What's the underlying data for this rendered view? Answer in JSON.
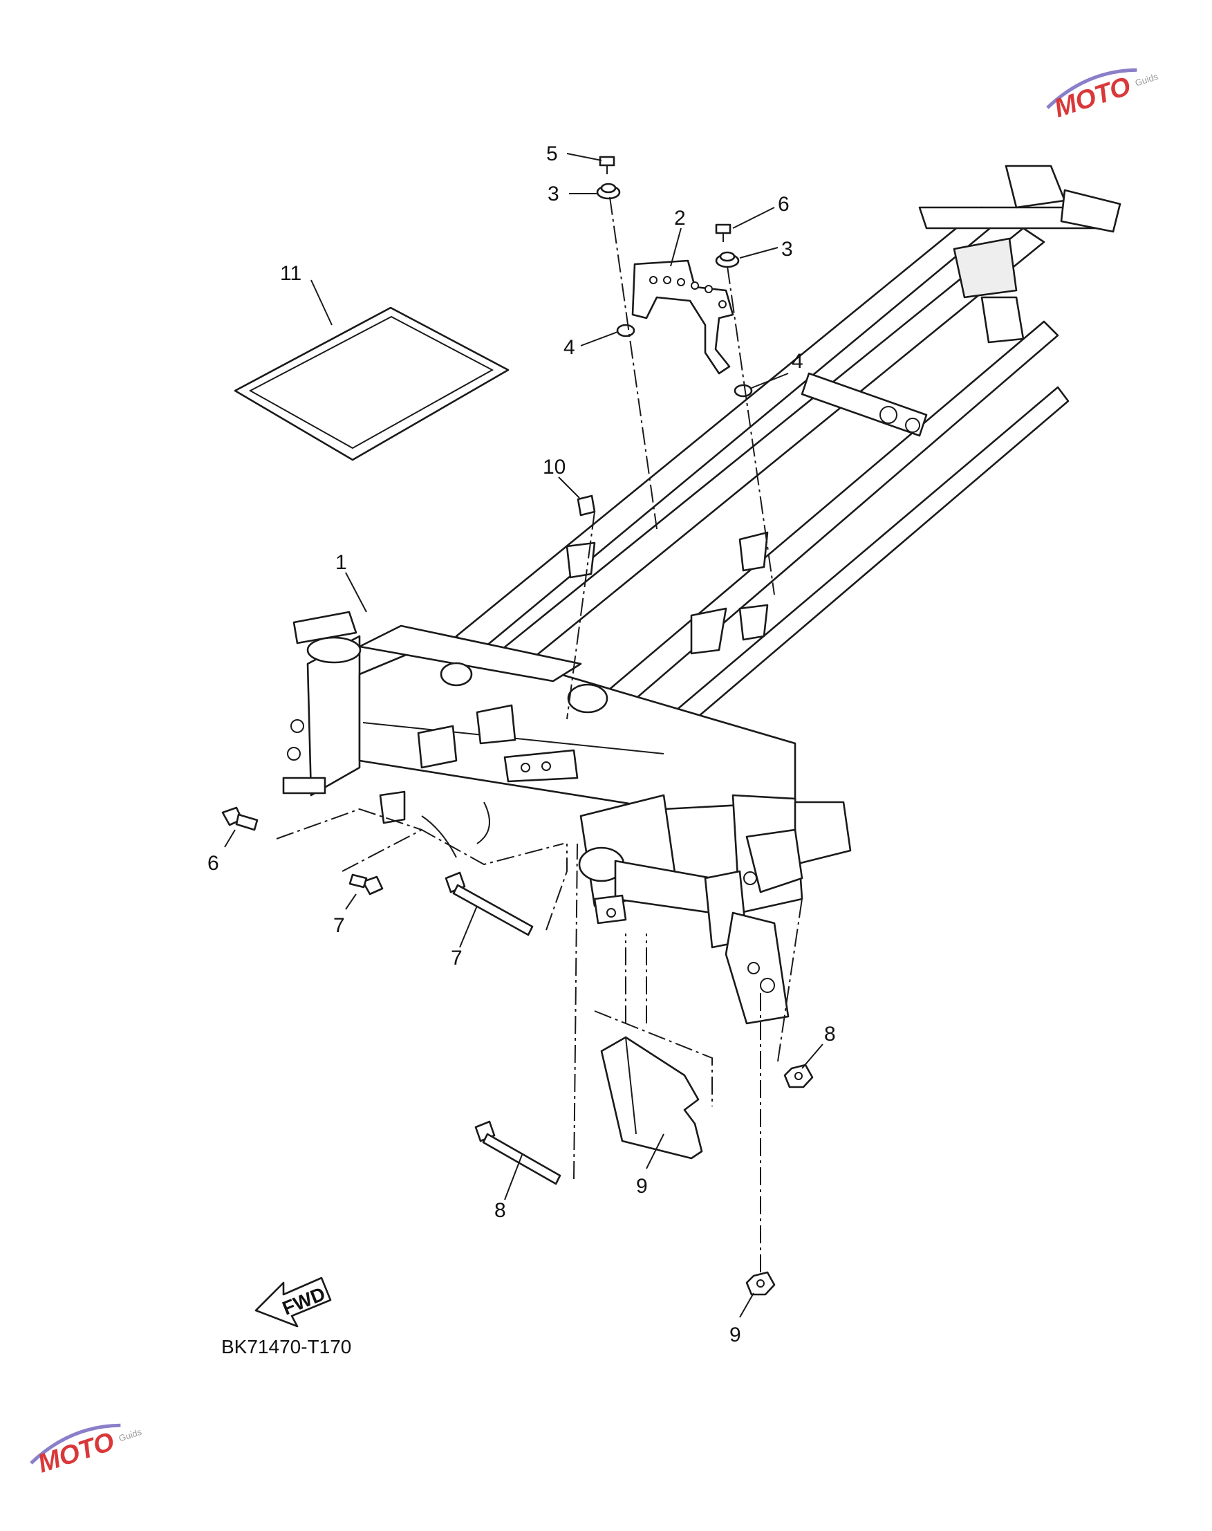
{
  "diagram": {
    "part_code": "BK71470-T170",
    "direction_label": "FWD",
    "callouts": [
      {
        "id": "c1",
        "label": "1"
      },
      {
        "id": "c2",
        "label": "2"
      },
      {
        "id": "c3a",
        "label": "3"
      },
      {
        "id": "c3b",
        "label": "3"
      },
      {
        "id": "c4a",
        "label": "4"
      },
      {
        "id": "c4b",
        "label": "4"
      },
      {
        "id": "c5a",
        "label": "5"
      },
      {
        "id": "c5b",
        "label": "5"
      },
      {
        "id": "c6a",
        "label": "6"
      },
      {
        "id": "c6b",
        "label": "6"
      },
      {
        "id": "c7a",
        "label": "7"
      },
      {
        "id": "c7b",
        "label": "7"
      },
      {
        "id": "c8a",
        "label": "8"
      },
      {
        "id": "c8b",
        "label": "8"
      },
      {
        "id": "c9",
        "label": "9"
      },
      {
        "id": "c10",
        "label": "10"
      },
      {
        "id": "c11",
        "label": "11"
      }
    ]
  },
  "watermark": {
    "brand_letters": "MOTO",
    "tagline": "Guids",
    "colors": {
      "primary": "#d9383a",
      "secondary": "#8a7fc9",
      "gear": "#b0b0b0"
    }
  }
}
